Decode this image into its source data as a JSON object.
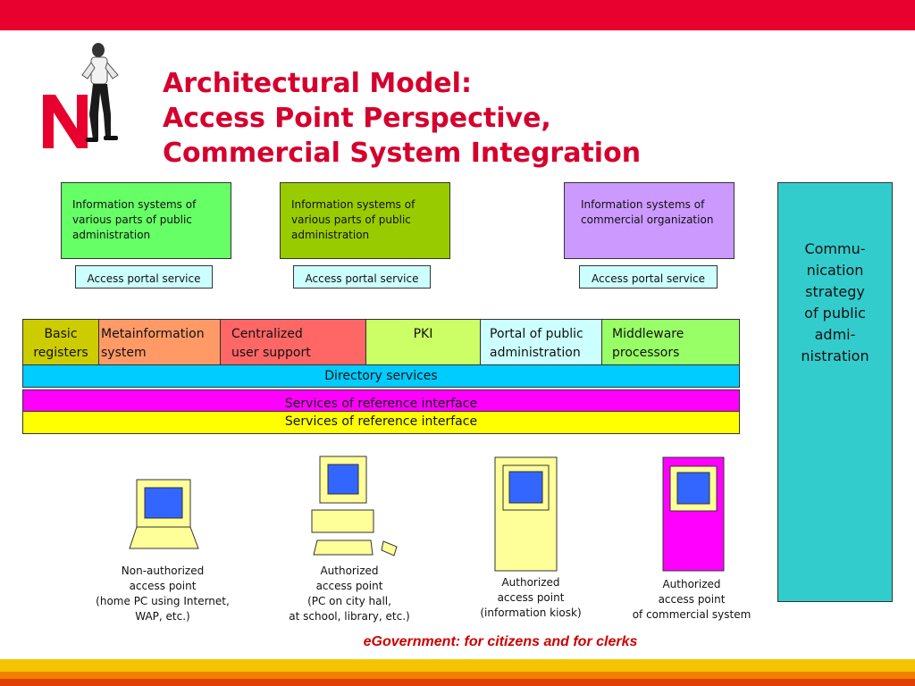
{
  "title": {
    "line1": "Architectural Model:",
    "line2": "Access Point Perspective,",
    "line3": "Commercial System Integration"
  },
  "info_systems": [
    {
      "lines": [
        "Information systems of",
        "various parts of public",
        "administration"
      ],
      "color": "#66ff66"
    },
    {
      "lines": [
        "Information systems of",
        "various parts of public",
        "administration"
      ],
      "color": "#99cc00"
    },
    {
      "lines": [
        "Information systems of",
        "commercial organization"
      ],
      "color": "#cc99ff"
    }
  ],
  "portals": [
    "Access portal service",
    "Access portal service",
    "Access portal service"
  ],
  "side_box": {
    "lines": [
      "Commu-",
      "nication",
      "strategy",
      "of public",
      "admi-",
      "nistration"
    ],
    "color": "#33cccc"
  },
  "services": [
    {
      "lines": [
        "Basic",
        "registers"
      ],
      "color": "#cccc00"
    },
    {
      "lines": [
        "Metainformation",
        "system"
      ],
      "color": "#ff9966"
    },
    {
      "lines": [
        "Centralized",
        "user support"
      ],
      "color": "#ff6666"
    },
    {
      "lines": [
        "PKI"
      ],
      "color": "#ccff66"
    },
    {
      "lines": [
        "Portal of public",
        "administration"
      ],
      "color": "#ccffff"
    },
    {
      "lines": [
        "Middleware",
        "processors"
      ],
      "color": "#99ff66"
    }
  ],
  "bands": [
    {
      "label": "Directory services",
      "color": "#00ccff"
    },
    {
      "label": "Services of reference interface",
      "color": "#ff00ff"
    },
    {
      "label": "Services of reference interface",
      "color": "#ffff00"
    }
  ],
  "access_points": [
    {
      "type": "laptop",
      "caption": [
        "Non-authorized",
        "access point",
        "(home PC using Internet,",
        "WAP, etc.)"
      ]
    },
    {
      "type": "desktop",
      "caption": [
        "Authorized",
        "access point",
        "(PC on city hall,",
        "at school, library, etc.)"
      ]
    },
    {
      "type": "kiosk",
      "caption": [
        "Authorized",
        "access point",
        "(information kiosk)"
      ]
    },
    {
      "type": "kiosk-commercial",
      "caption": [
        "Authorized",
        "access point",
        "of commercial system"
      ]
    }
  ],
  "footer": "eGovernment: for citizens and for clerks",
  "colors": {
    "accent_red": "#e8002e",
    "title_red": "#d5002d",
    "device_body": "#ffff99",
    "device_screen": "#3366ff",
    "commercial_kiosk": "#ff00ff",
    "stripe_yellow": "#f5c400",
    "stripe_orange": "#f08000",
    "stripe_red": "#e04000"
  }
}
